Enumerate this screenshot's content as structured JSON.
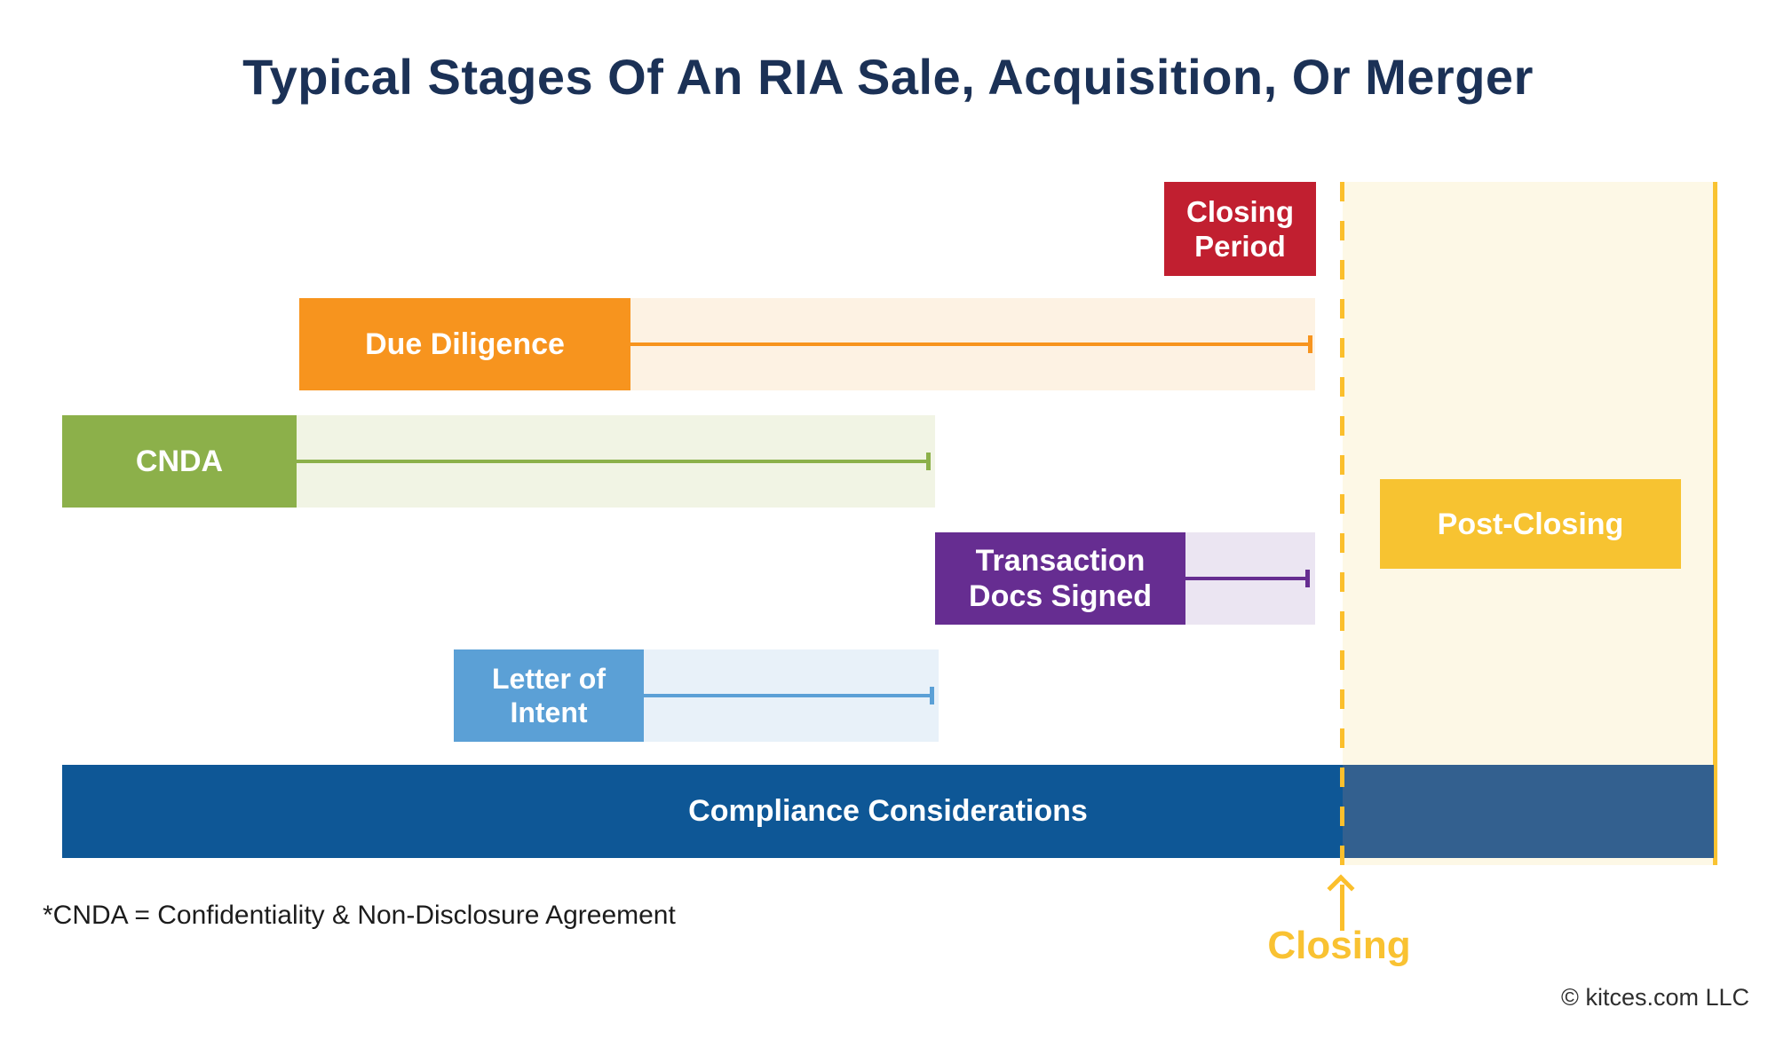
{
  "title": "Typical Stages Of An RIA Sale, Acquisition, Or Merger",
  "stages": {
    "closing_period": {
      "label": "Closing Period",
      "color": "#c11f30"
    },
    "due_diligence": {
      "label": "Due Diligence",
      "color": "#f7941e",
      "band_color": "#fdf2e3"
    },
    "cnda": {
      "label": "CNDA",
      "color": "#8cb04a",
      "band_color": "#f1f4e4"
    },
    "transaction_docs": {
      "label": "Transaction Docs Signed",
      "color": "#662d91",
      "band_color": "#ebe5f2"
    },
    "letter_of_intent": {
      "label": "Letter of Intent",
      "color": "#5ba0d6",
      "band_color": "#e8f1f9"
    },
    "post_closing": {
      "label": "Post-Closing",
      "color": "#f7c331"
    },
    "compliance": {
      "label": "Compliance Considerations",
      "color": "#0e5796",
      "post_closing_overlap_color": "#33608f"
    }
  },
  "closing_marker": {
    "label": "Closing",
    "color": "#f9c232"
  },
  "post_closing_zone": {
    "fill": "#fdf8e6",
    "border": "#f9c331"
  },
  "footnote": "*CNDA = Confidentiality & Non-Disclosure Agreement",
  "copyright": "© kitces.com LLC",
  "title_color": "#1b3156"
}
